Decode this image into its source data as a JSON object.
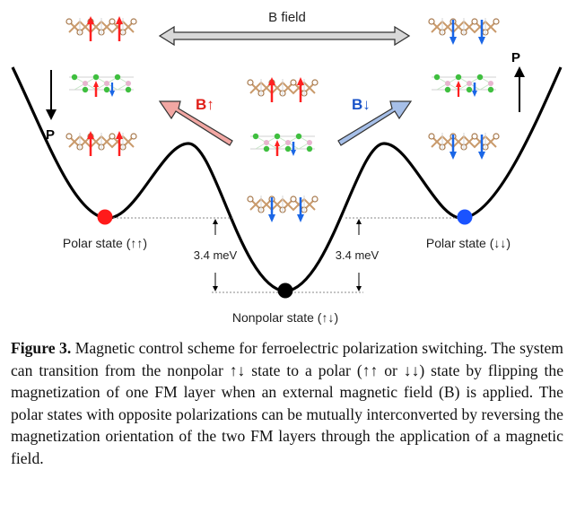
{
  "figure": {
    "b_field_label": "B field",
    "b_up_label": "B↑",
    "b_down_label": "B↓",
    "polarization_label": "P",
    "energy_barrier_label": "3.4 meV",
    "left_state_label": "Polar state (↑↑)",
    "right_state_label": "Polar state (↓↓)",
    "center_state_label": "Nonpolar state (↑↓)",
    "colors": {
      "left_ball": "#ff1a1a",
      "right_ball": "#1a53ff",
      "center_ball": "#000000",
      "b_up_arrow": "#f2a7a3",
      "b_down_arrow": "#a6bfe8",
      "up_spin": "#ff2020",
      "down_spin": "#1a66e6",
      "brown_atoms": "#c99a6b",
      "green_atoms": "#3fbf3f",
      "pink_atoms": "#e8b4cf"
    }
  },
  "caption": {
    "lead": "Figure 3.",
    "text": " Magnetic control scheme for ferroelectric polarization switching. The system can transition from the nonpolar ↑↓ state to a polar (↑↑ or ↓↓) state by flipping the magnetization of one FM layer when an external magnetic field (B) is applied. The polar states with opposite polarizations can be mutually interconverted by reversing the magnetization orientation of the two FM layers through the application of a magnetic field."
  }
}
